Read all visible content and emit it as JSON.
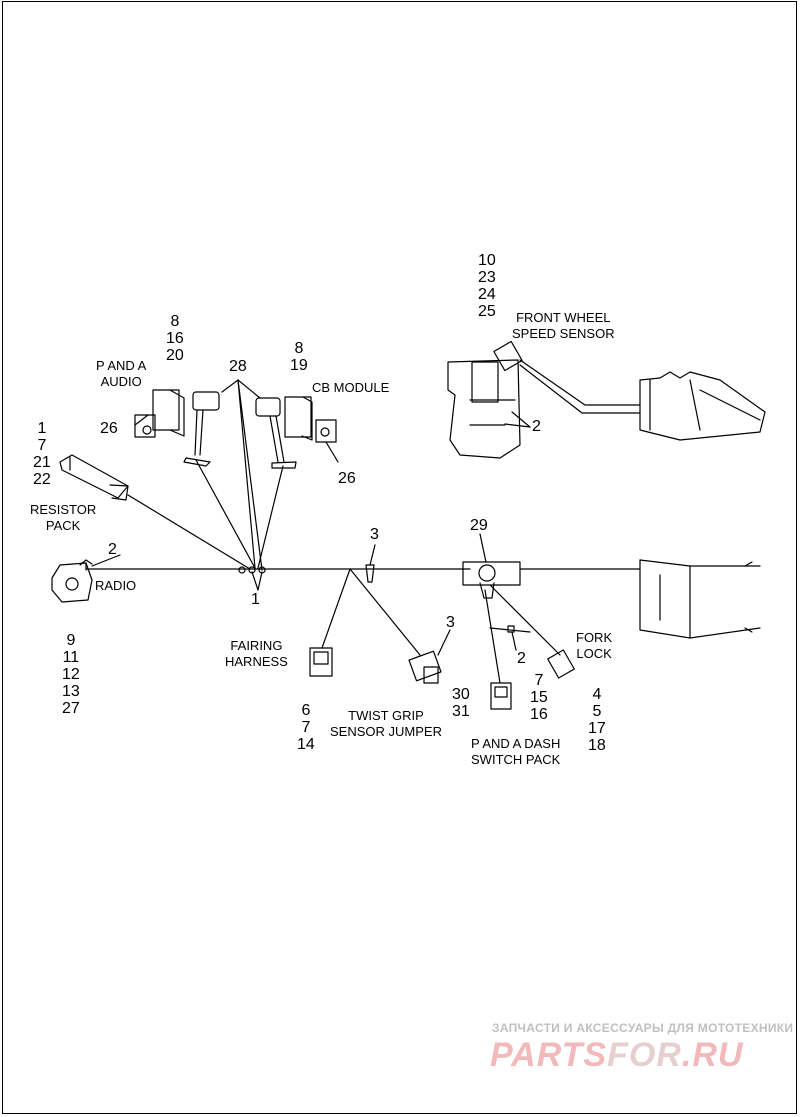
{
  "labels": {
    "p_and_a_audio": "P AND A\nAUDIO",
    "cb_module": "CB MODULE",
    "resistor_pack": "RESISTOR\nPACK",
    "radio": "RADIO",
    "front_wheel_speed_sensor": "FRONT WHEEL\nSPEED SENSOR",
    "fairing_harness": "FAIRING\nHARNESS",
    "twist_grip_sensor_jumper": "TWIST GRIP\nSENSOR JUMPER",
    "fork_lock": "FORK\nLOCK",
    "p_and_a_dash_switch_pack": "P AND A DASH\nSWITCH PACK"
  },
  "callouts": {
    "audio_parts": [
      "8",
      "16",
      "20"
    ],
    "item_28": "28",
    "cb_parts": [
      "8",
      "19"
    ],
    "item_26_left": "26",
    "item_26_right": "26",
    "resistor_parts": [
      "1",
      "7",
      "21",
      "22"
    ],
    "item_2_radio": "2",
    "item_1": "1",
    "radio_parts": [
      "9",
      "11",
      "12",
      "13",
      "27"
    ],
    "sensor_parts": [
      "10",
      "23",
      "24",
      "25"
    ],
    "item_2_sensor": "2",
    "item_3_upper": "3",
    "item_29": "29",
    "item_3_jumper": "3",
    "jumper_parts": [
      "30",
      "31"
    ],
    "fairing_parts": [
      "6",
      "7",
      "14"
    ],
    "item_2_mid": "2",
    "dash_parts": [
      "7",
      "15",
      "16"
    ],
    "forklock_parts": [
      "4",
      "5",
      "17",
      "18"
    ]
  },
  "watermark": {
    "tagline": "ЗАПЧАСТИ И АКСЕССУАРЫ ДЛЯ МОТОТЕХНИКИ",
    "logo_main": "PARTS",
    "logo_mid": "FOR",
    "logo_end": ".RU"
  }
}
